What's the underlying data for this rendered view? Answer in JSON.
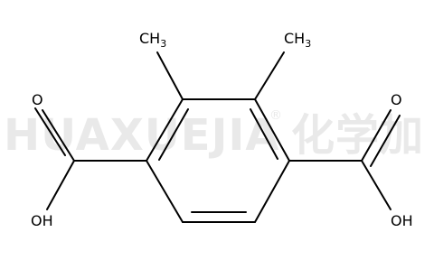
{
  "watermark": {
    "text": "HUAXUEJIA",
    "registered": "®",
    "cjk": "化学加"
  },
  "atoms": {
    "ch3_left": {
      "main": "CH",
      "sub": "3"
    },
    "ch3_right": {
      "main": "CH",
      "sub": "3"
    },
    "o_left": "O",
    "oh_left": "OH",
    "o_right": "O",
    "oh_right": "OH"
  }
}
